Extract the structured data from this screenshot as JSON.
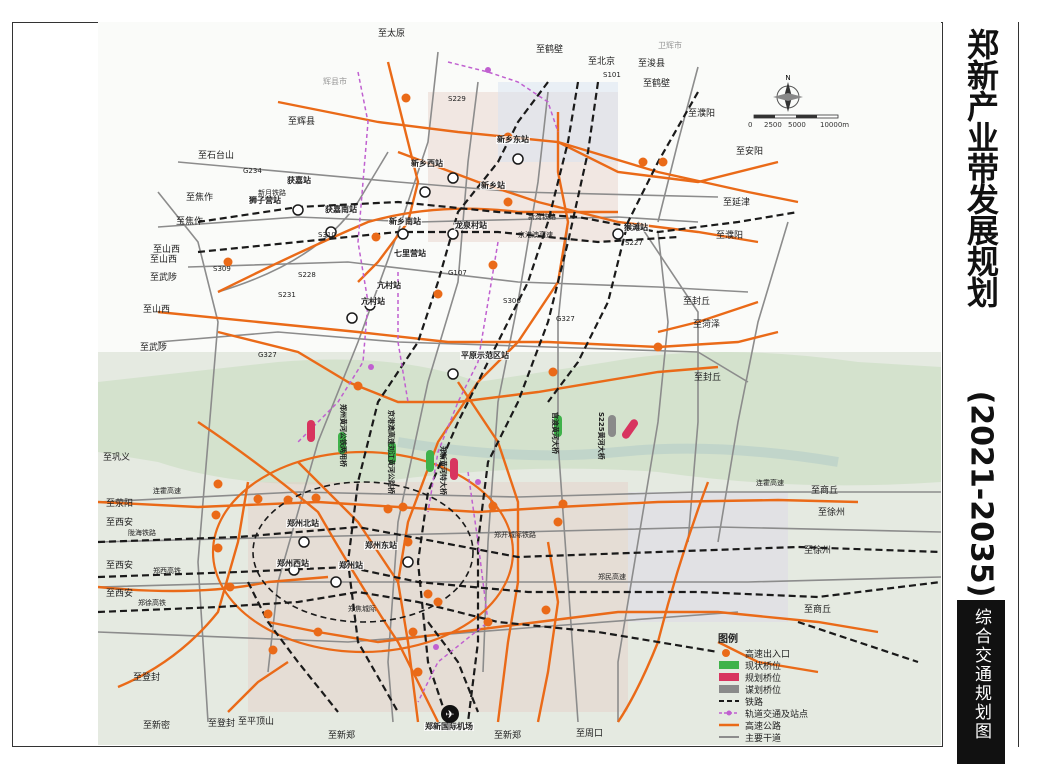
{
  "title": "郑新产业带发展规划",
  "years": "(2021-2035)",
  "subtitle": "综合交通规划图",
  "compass_label": "N",
  "scale_labels": [
    "0",
    "2500",
    "5000",
    "10000m"
  ],
  "legend": {
    "title": "图例",
    "items": [
      "高速出入口",
      "现状桥位",
      "规划桥位",
      "谋划桥位",
      "铁路",
      "轨道交通及站点",
      "高速公路",
      "主要干道"
    ]
  },
  "colors": {
    "highway": "#ea6a18",
    "railway": "#1a1a1a",
    "metro": "#c060d0",
    "arterial": "#8c8c8c",
    "bridge_existing": "#3fb24a",
    "bridge_planned": "#d8345f",
    "bridge_proposed": "#8a8a8a"
  },
  "destinations": [
    "至太原",
    "至鹤壁",
    "至北京",
    "至浚县",
    "至鹤壁",
    "至濮阳",
    "至安阳",
    "至延津",
    "至濮阳",
    "至封丘",
    "至菏泽",
    "至封丘",
    "至商丘",
    "至徐州",
    "至徐州",
    "至商丘",
    "至周口",
    "至新郑",
    "至新郑",
    "至平顶山",
    "至登封",
    "至新密",
    "至登封",
    "至西安",
    "至西安",
    "至西安",
    "至荥阳",
    "至巩义",
    "至武陟",
    "至山西",
    "至武陟",
    "至山西",
    "至焦作",
    "至焦作",
    "至山西",
    "至石台山",
    "至辉县"
  ],
  "stations": [
    "新乡东站",
    "新乡站",
    "新乡西站",
    "获嘉站",
    "狮子营站",
    "获嘉南站",
    "新乡南站",
    "龙泉村站",
    "七里营站",
    "猴滩站",
    "亢村站",
    "亢村站",
    "平原示范区站",
    "郑州北站",
    "郑州东站",
    "郑州西站",
    "郑州站",
    "郑新国际机场"
  ],
  "road_labels": [
    "S229",
    "S101",
    "G234",
    "S310",
    "S309",
    "S231",
    "S227",
    "S228",
    "G107",
    "G327",
    "G327",
    "S306",
    "新月铁路",
    "新菏铁路",
    "京港澳高速",
    "连霍高速",
    "连霍高速",
    "郑民高速",
    "郑开城际铁路",
    "郑西高铁",
    "陇海铁路",
    "郑焦城际",
    "郑徐高铁"
  ],
  "bridge_labels": [
    "郑州黄河公铁两用桥",
    "京港澳高速刘江黄河公路桥",
    "郑新黄河特大桥",
    "官渡黄河大桥",
    "S225黄河大桥"
  ],
  "place_labels": [
    "辉县市",
    "卫辉市"
  ]
}
